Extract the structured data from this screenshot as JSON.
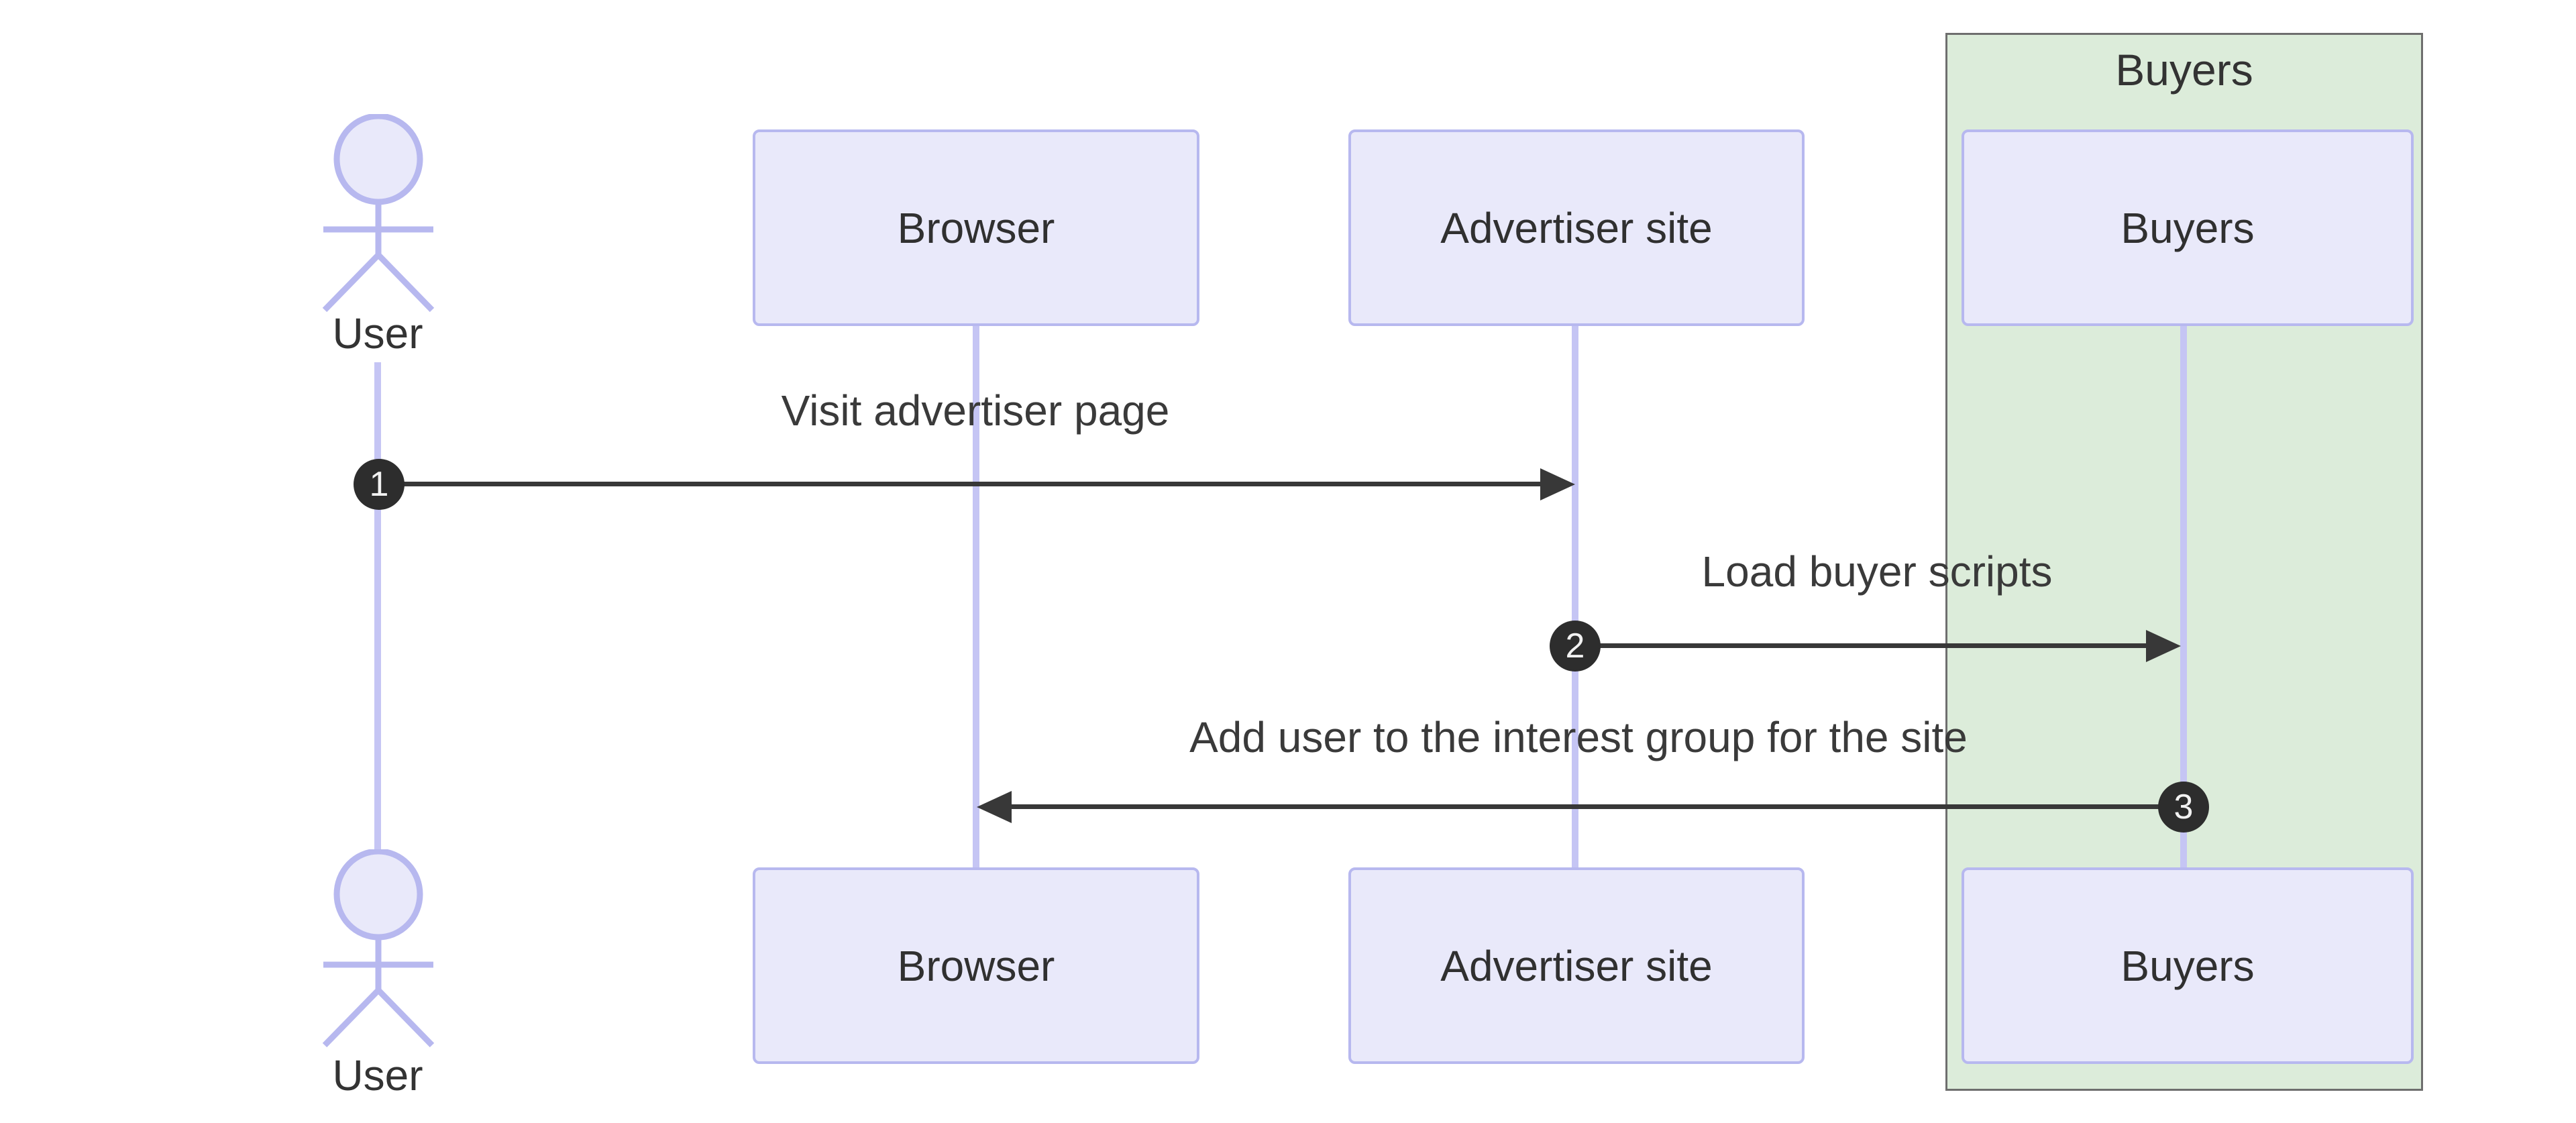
{
  "diagram_type": "sequence-diagram",
  "background_color": "#ffffff",
  "group": {
    "title": "Buyers",
    "fill": "#dcecda",
    "border_color": "#6e6e6e"
  },
  "participants": {
    "user": {
      "label": "User",
      "kind": "actor"
    },
    "browser": {
      "label": "Browser",
      "kind": "participant"
    },
    "advertiser": {
      "label": "Advertiser site",
      "kind": "participant"
    },
    "buyers": {
      "label": "Buyers",
      "kind": "participant",
      "group": "Buyers"
    }
  },
  "messages": [
    {
      "num": "1",
      "from": "User",
      "to": "Advertiser site",
      "text": "Visit advertiser page"
    },
    {
      "num": "2",
      "from": "Advertiser site",
      "to": "Buyers",
      "text": "Load buyer scripts"
    },
    {
      "num": "3",
      "from": "Buyers",
      "to": "Browser",
      "text": "Add user to the interest group for the site"
    }
  ],
  "colors": {
    "participant_fill": "#e9e9fa",
    "participant_border": "#b7b8ef",
    "lifeline": "#c5c5f4",
    "arrow": "#383838",
    "number_badge_fill": "#2d2d2d",
    "number_badge_text": "#f2f2f2",
    "text": "#333333"
  }
}
